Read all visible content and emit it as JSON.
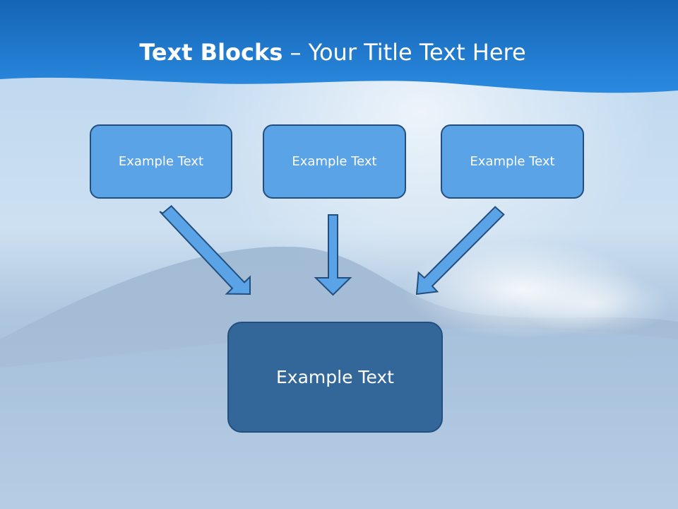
{
  "title": {
    "bold": "Text Blocks",
    "separator": " – ",
    "rest": "Your Title Text Here"
  },
  "boxes": {
    "left": "Example Text",
    "center": "Example Text",
    "right": "Example Text",
    "main": "Example Text"
  },
  "colors": {
    "header_blue": "#1e7fd6",
    "box_fill": "#5aa3e6",
    "main_box_fill": "#336699",
    "box_border": "#234f7f",
    "arrow_fill": "#5aa3e6"
  }
}
